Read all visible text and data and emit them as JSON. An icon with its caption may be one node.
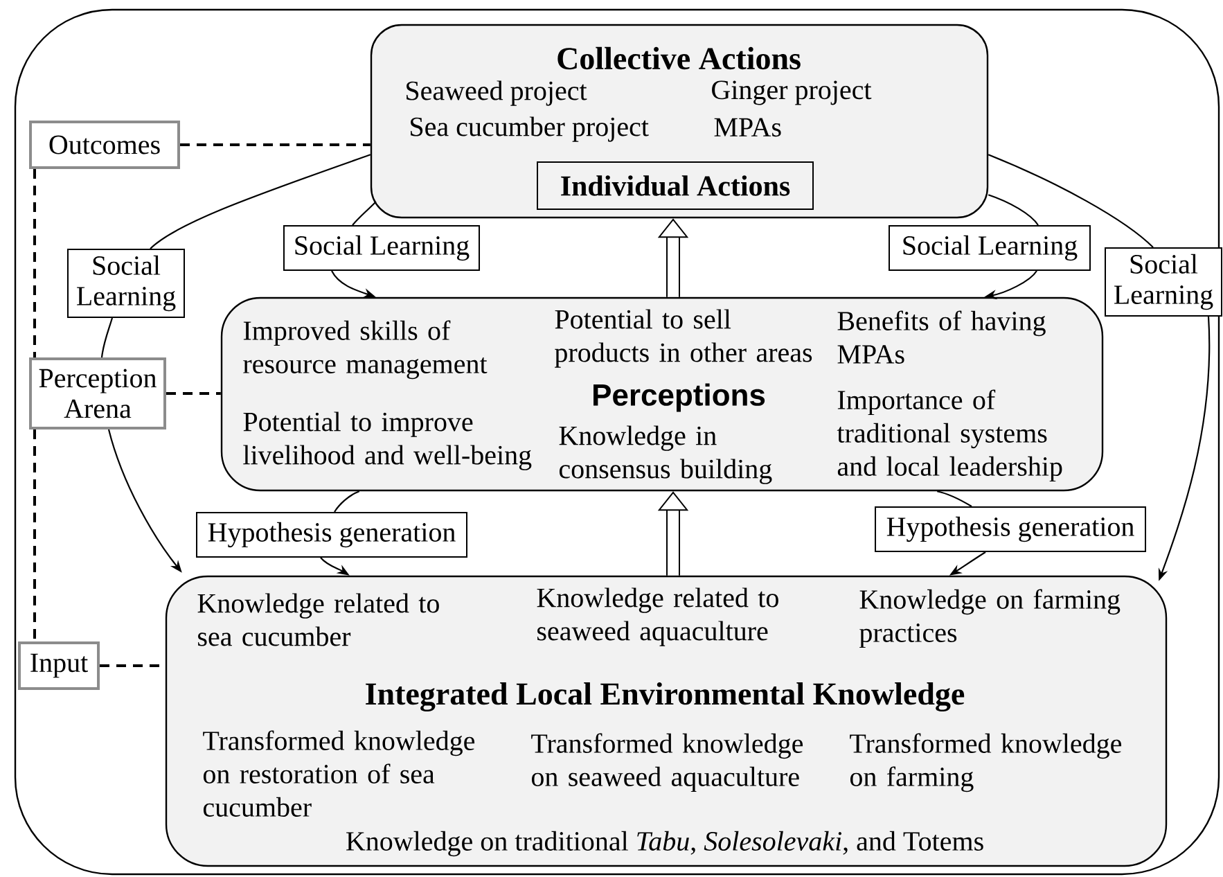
{
  "diagram": {
    "nodes": [
      {
        "text": [
          "Collective Actions",
          "Seaweed project",
          "Ginger project",
          "Sea cucumber project",
          "MPAs"
        ]
      },
      {
        "text": [
          "Individual Actions"
        ],
        "in": 0
      },
      {
        "text": [
          "Improved skills of resource management",
          "Potential to sell products in other areas",
          "Benefits of having MPAs",
          "Perceptions",
          "Potential to improve livelihood and well-being",
          "Knowledge in consensus building",
          "Importance of traditional systems and local leadership"
        ]
      },
      {
        "text": [
          "Knowledge related to sea cucumber",
          "Knowledge related to seaweed aquaculture",
          "Knowledge on farming practices",
          "Integrated Local Environmental Knowledge",
          "Transformed knowledge on restoration of sea cucumber",
          "Transformed knowledge on seaweed aquaculture",
          "Transformed knowledge on farming",
          "Knowledge on traditional *Tabu*, *Solesolevaki*, and Totems"
        ]
      },
      {
        "text": [
          "Outcomes"
        ]
      },
      {
        "text": [
          "Perception Arena"
        ]
      },
      {
        "text": [
          "Input"
        ]
      },
      {
        "text": [
          "Social Learning"
        ]
      },
      {
        "text": [
          "Social Learning"
        ]
      },
      {
        "text": [
          "Social Learning"
        ]
      },
      {
        "text": [
          "Social Learning"
        ]
      },
      {
        "text": [
          "Hypothesis generation"
        ]
      },
      {
        "text": [
          "Hypothesis generation"
        ]
      }
    ],
    "edges": [
      {
        "from": 0,
        "to": 7,
        "arrow": "none"
      },
      {
        "from": 7,
        "to": 2,
        "arrow": "to"
      },
      {
        "from": 0,
        "to": 8,
        "arrow": "none"
      },
      {
        "from": 8,
        "to": 2,
        "arrow": "to"
      },
      {
        "from": 0,
        "to": 9,
        "arrow": "none"
      },
      {
        "from": 9,
        "to": 5,
        "arrow": "none"
      },
      {
        "from": 5,
        "to": 3,
        "arrow": "to"
      },
      {
        "from": 0,
        "to": 10,
        "arrow": "none"
      },
      {
        "from": 10,
        "to": 3,
        "arrow": "to"
      },
      {
        "from": 2,
        "to": 11,
        "arrow": "none"
      },
      {
        "from": 11,
        "to": 3,
        "arrow": "to"
      },
      {
        "from": 2,
        "to": 12,
        "arrow": "none"
      },
      {
        "from": 12,
        "to": 3,
        "arrow": "to"
      },
      {
        "from": 3,
        "to": 2,
        "arrow": "to",
        "style": "thick"
      },
      {
        "from": 2,
        "to": 0,
        "arrow": "to",
        "style": "thick"
      },
      {
        "from": 4,
        "to": 0,
        "arrow": "none",
        "style": "dashed"
      },
      {
        "from": 5,
        "to": 2,
        "arrow": "none",
        "style": "dashed"
      },
      {
        "from": 6,
        "to": 3,
        "arrow": "none",
        "style": "dashed"
      },
      {
        "from": 4,
        "to": 5,
        "arrow": "none",
        "style": "dashed"
      },
      {
        "from": 5,
        "to": 6,
        "arrow": "none",
        "style": "dashed"
      }
    ]
  }
}
